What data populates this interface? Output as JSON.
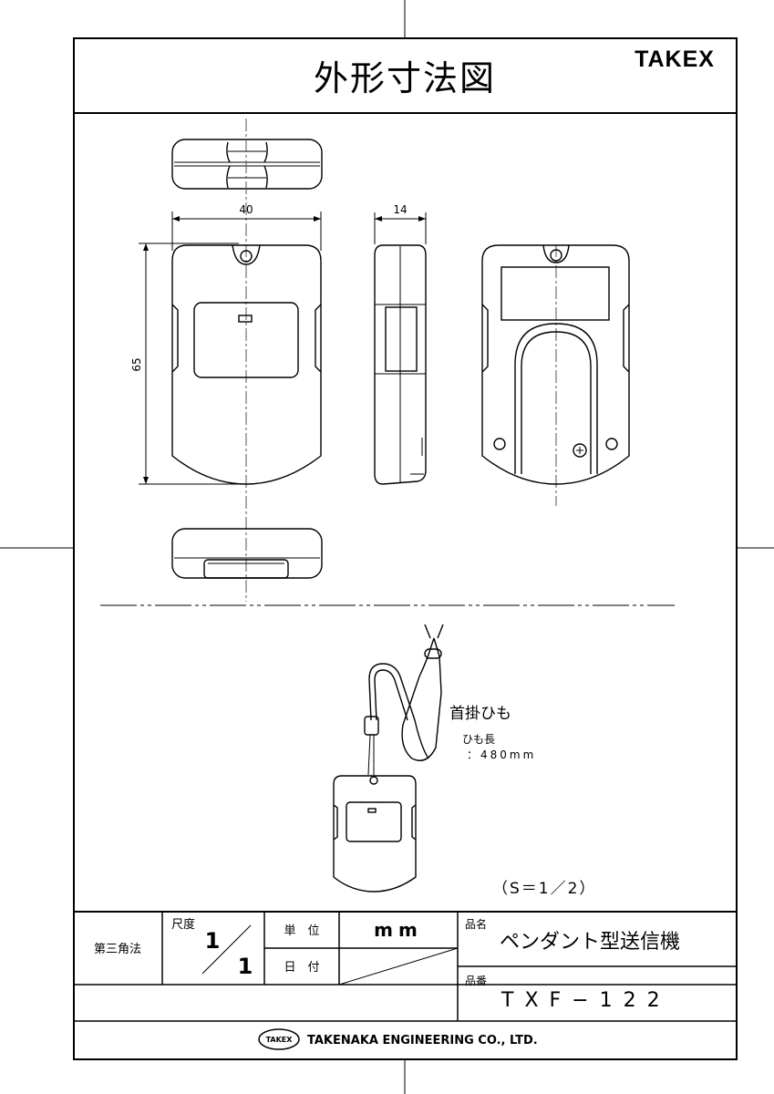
{
  "header": {
    "title": "外形寸法図",
    "brand": "TAKEX"
  },
  "dimensions": {
    "width": "40",
    "depth": "14",
    "height": "65"
  },
  "strap": {
    "label": "首掛ひも",
    "length_label": "ひも長",
    "length_value": "：480mm"
  },
  "scale_note": "（S＝1／2）",
  "title_block": {
    "projection": "第三角法",
    "scale_label": "尺度",
    "scale_num": "1",
    "scale_den": "1",
    "unit_label": "単　位",
    "unit_value": "mm",
    "date_label": "日　付",
    "product_name_label": "品名",
    "product_name": "ペンダント型送信機",
    "part_no_label": "品番",
    "part_no": "TXF−122",
    "company_logo": "TAKEX",
    "company": "TAKENAKA ENGINEERING CO., LTD."
  }
}
